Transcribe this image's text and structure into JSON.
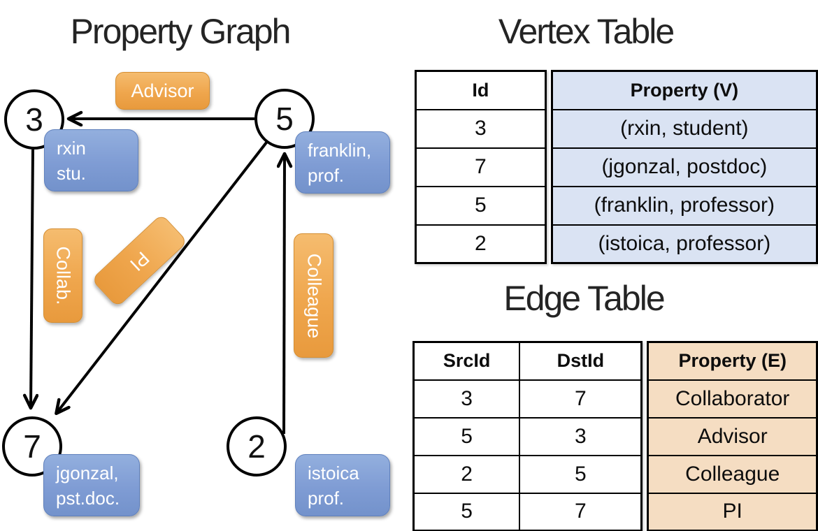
{
  "graph": {
    "title": "Property Graph",
    "nodes": [
      {
        "id": "3",
        "line1": "rxin",
        "line2": "stu."
      },
      {
        "id": "5",
        "line1": "franklin,",
        "line2": "prof."
      },
      {
        "id": "7",
        "line1": "jgonzal,",
        "line2": "pst.doc."
      },
      {
        "id": "2",
        "line1": "istoica",
        "line2": "prof."
      }
    ],
    "edges": [
      {
        "label": "Advisor",
        "from": "5",
        "to": "3"
      },
      {
        "label": "Collab.",
        "from": "3",
        "to": "7"
      },
      {
        "label": "PI",
        "from": "5",
        "to": "7"
      },
      {
        "label": "Colleague",
        "from": "2",
        "to": "5"
      }
    ]
  },
  "vertex_table": {
    "title": "Vertex Table",
    "col_id": "Id",
    "col_property": "Property (V)",
    "rows": [
      {
        "id": "3",
        "property": "(rxin, student)"
      },
      {
        "id": "7",
        "property": "(jgonzal, postdoc)"
      },
      {
        "id": "5",
        "property": "(franklin, professor)"
      },
      {
        "id": "2",
        "property": "(istoica, professor)"
      }
    ]
  },
  "edge_table": {
    "title": "Edge Table",
    "col_src": "SrcId",
    "col_dst": "DstId",
    "col_property": "Property (E)",
    "rows": [
      {
        "src": "3",
        "dst": "7",
        "property": "Collaborator"
      },
      {
        "src": "5",
        "dst": "3",
        "property": "Advisor"
      },
      {
        "src": "2",
        "dst": "5",
        "property": "Colleague"
      },
      {
        "src": "5",
        "dst": "7",
        "property": "PI"
      }
    ]
  },
  "colors": {
    "edge_accent": "#efa64d",
    "vertex_accent": "#7f9cd4",
    "vertex_table_fill": "#dae3f3",
    "edge_table_fill": "#f5ddc2",
    "line_color": "#000000"
  }
}
